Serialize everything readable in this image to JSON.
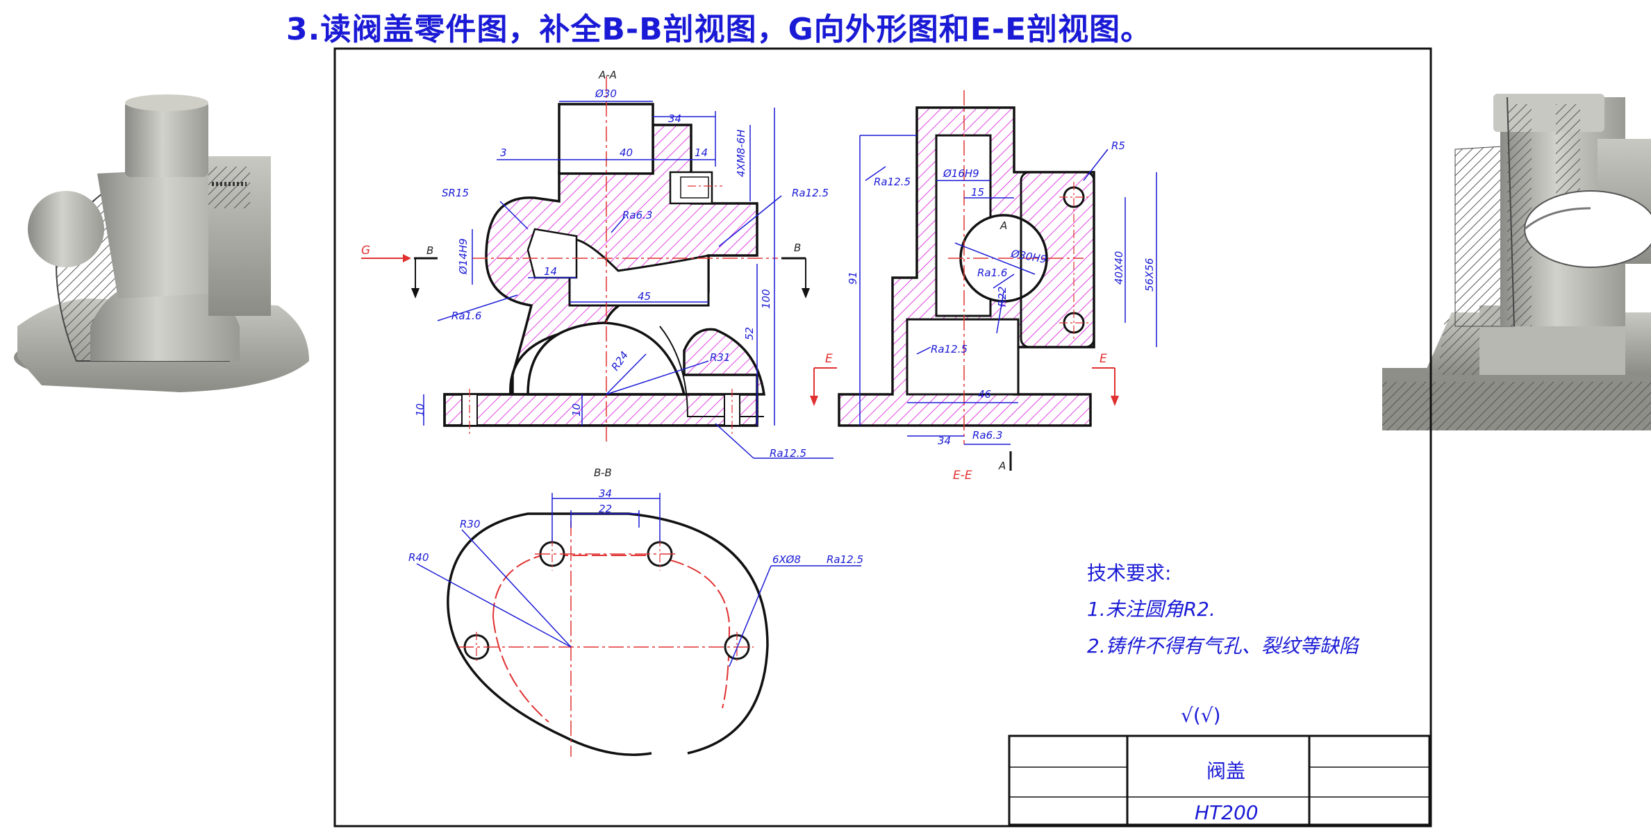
{
  "header": {
    "title": "3.读阀盖零件图，补全B-B剖视图，G向外形图和E-E剖视图。"
  },
  "views": {
    "section_aa": "A-A",
    "section_bb": "B-B",
    "section_ee": "E-E",
    "marker_a": "A",
    "marker_a2": "A",
    "arrow_g": "G",
    "arrow_b_left": "B",
    "arrow_b_right": "B",
    "arrow_e_left": "E",
    "arrow_e_right": "E"
  },
  "dimensions": {
    "d30": "Ø30",
    "d34_top": "34",
    "d3": "3",
    "d40": "40",
    "d14_top": "14",
    "thread": "4XM8-6H",
    "sr15": "SR15",
    "ra63_a": "Ra6.3",
    "ra125_a": "Ra12.5",
    "d14h9": "Ø14H9",
    "d14_mid": "14",
    "d45": "45",
    "ra16_a": "Ra1.6",
    "d100": "100",
    "d52": "52",
    "r24": "R24",
    "r31": "R31",
    "d10_left": "10",
    "d10_mid": "10",
    "ra125_b": "Ra12.5",
    "ra125_c": "Ra12.5",
    "d16h9": "Ø16H9",
    "d15": "15",
    "r5": "R5",
    "d91": "91",
    "d30h9": "Ø30H9",
    "ra16_b": "Ra1.6",
    "r22": "R22",
    "d40x40": "40X40",
    "d56x56": "56X56",
    "ra125_d": "Ra12.5",
    "d46": "46",
    "d34_e": "34",
    "ra63_b": "Ra6.3",
    "d34_bb": "34",
    "d22": "22",
    "r30": "R30",
    "r40": "R40",
    "holes": "6XØ8",
    "ra125_e": "Ra12.5"
  },
  "requirements": {
    "title": "技术要求:",
    "item1": "1.未注圆角R2.",
    "item2": "2.铸件不得有气孔、裂纹等缺陷"
  },
  "surface_symbol": "√(√)",
  "title_block": {
    "name": "阀盖",
    "material": "HT200"
  },
  "colors": {
    "hatch": "#e040e0",
    "dimension": "#1a1ad6",
    "centerline": "#e03030",
    "outline": "#111111"
  }
}
